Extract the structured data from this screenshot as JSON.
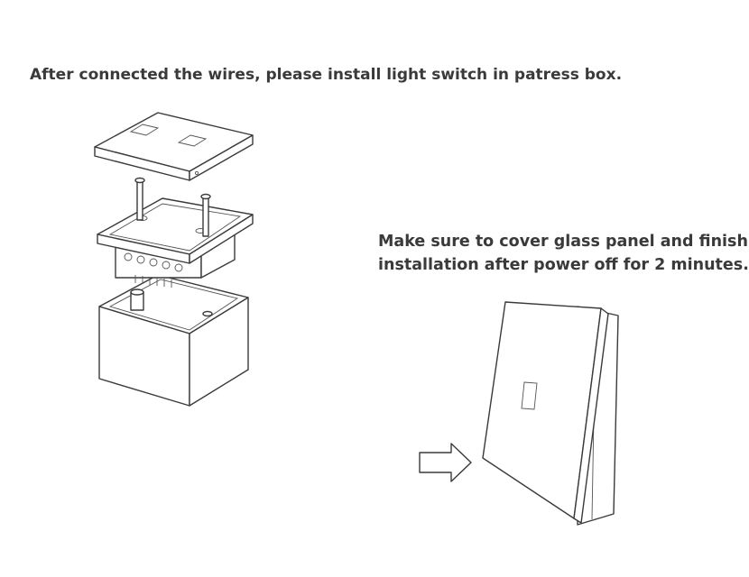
{
  "captions": {
    "top": "After connected the wires, please install light switch in patress box.",
    "right_line1": "Make sure to cover glass panel and finish",
    "right_line2": "installation after power off for 2 minutes."
  },
  "icons": {
    "install": "exploded-switch-installation-illustration",
    "cover": "glass-panel-cover-illustration",
    "arrow": "push-arrow-icon"
  }
}
